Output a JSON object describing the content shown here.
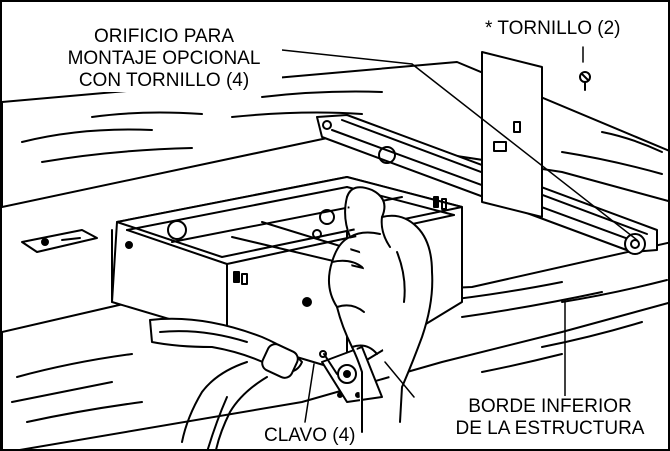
{
  "labels": {
    "orificio": {
      "line1": "ORIFICIO PARA",
      "line2": "MONTAJE OPCIONAL",
      "line3": "CON TORNILLO (4)"
    },
    "tornillo": "* TORNILLO (2)",
    "borde": {
      "line1": "BORDE INFERIOR",
      "line2": "DE LA ESTRUCTURA"
    },
    "clavo": "CLAVO (4)"
  },
  "colors": {
    "ink": "#000000",
    "paper": "#ffffff"
  },
  "icons": [
    "hand-illustration",
    "hammer-illustration",
    "nail-illustration",
    "screw-illustration"
  ]
}
